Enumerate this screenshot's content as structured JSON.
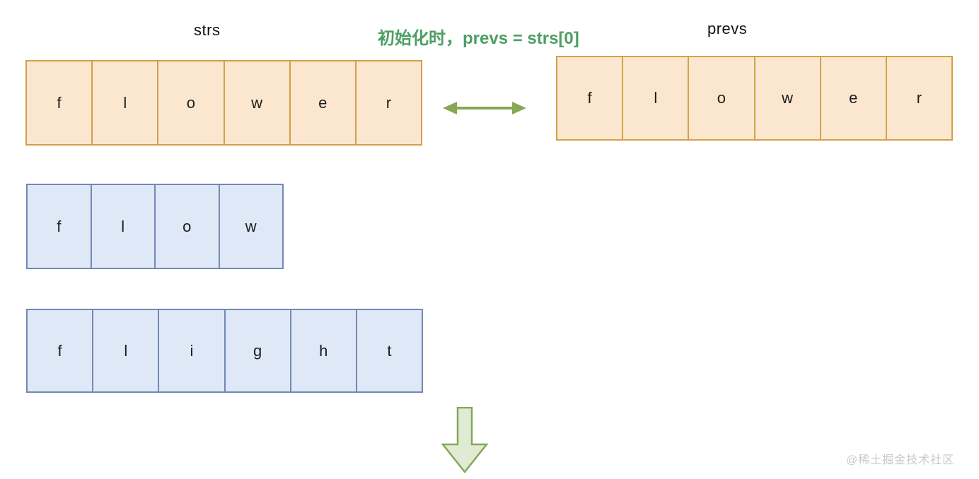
{
  "caption": {
    "text": "初始化时，prevs = strs[0]",
    "color": "#4d9e63"
  },
  "arrays": {
    "strs": {
      "label": "strs",
      "letters": [
        "f",
        "l",
        "o",
        "w",
        "e",
        "r"
      ]
    },
    "prevs": {
      "label": "prevs",
      "letters": [
        "f",
        "l",
        "o",
        "w",
        "e",
        "r"
      ]
    },
    "flow": {
      "letters": [
        "f",
        "l",
        "o",
        "w"
      ]
    },
    "flight": {
      "letters": [
        "f",
        "l",
        "i",
        "g",
        "h",
        "t"
      ]
    }
  },
  "icons": {
    "double_arrow": "left-right-arrow",
    "down_arrow": "down-arrow"
  },
  "colors": {
    "orange_fill": "#fbe7cf",
    "orange_border": "#d1a149",
    "blue_fill": "#dfe8f7",
    "blue_border": "#7289b5",
    "caption_green": "#4d9e63",
    "arrow_green": "#86a756",
    "down_arrow_fill": "#e0ebd4",
    "down_arrow_stroke": "#85a75a",
    "watermark_gray": "#c9c9c9"
  },
  "watermark": {
    "text": "@稀土掘金技术社区"
  }
}
